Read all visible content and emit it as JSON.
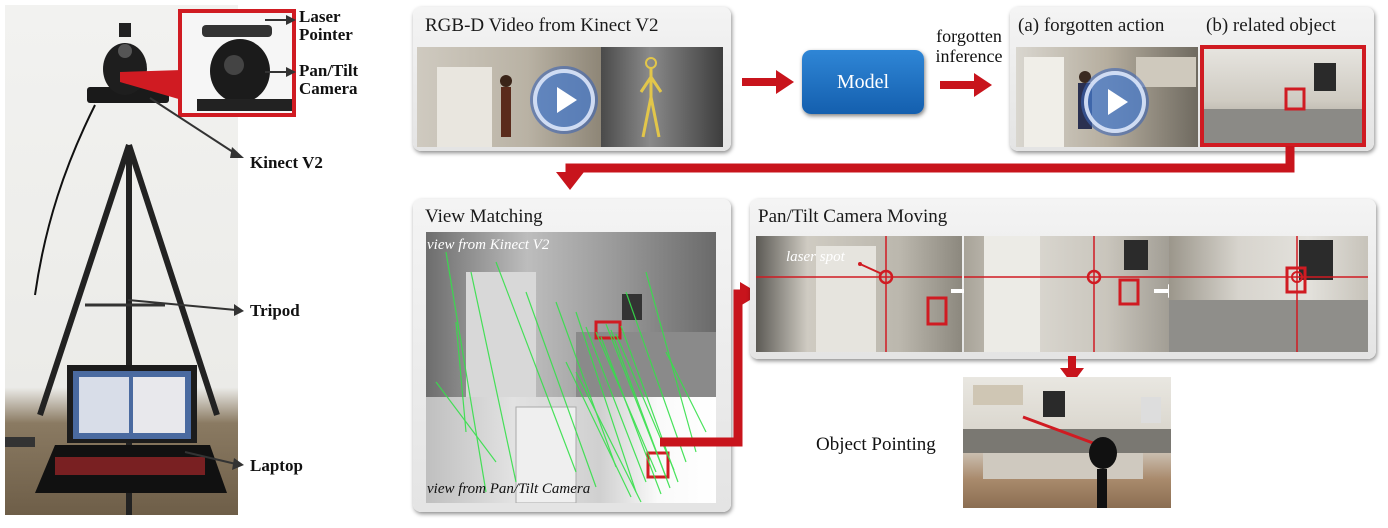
{
  "left_photo": {
    "labels": {
      "laser_pointer": "Laser\nPointer",
      "pan_tilt_camera": "Pan/Tilt\nCamera",
      "kinect": "Kinect V2",
      "tripod": "Tripod",
      "laptop": "Laptop"
    }
  },
  "rgbd_panel": {
    "title": "RGB-D Video from Kinect V2"
  },
  "model": {
    "label": "Model"
  },
  "inference": {
    "label": "forgotten\ninference"
  },
  "outputs": {
    "a_label": "(a) forgotten action",
    "b_label": "(b) related object"
  },
  "view_matching": {
    "title": "View Matching",
    "top_caption": "view from Kinect V2",
    "bottom_caption": "view from Pan/Tilt Camera"
  },
  "camera_moving": {
    "title": "Pan/Tilt Camera Moving",
    "laser_spot": "laser spot"
  },
  "object_pointing": {
    "label": "Object Pointing"
  },
  "colors": {
    "accent_red": "#c8141c",
    "model_blue": "#1d6fc2",
    "match_green": "#35e04a"
  }
}
